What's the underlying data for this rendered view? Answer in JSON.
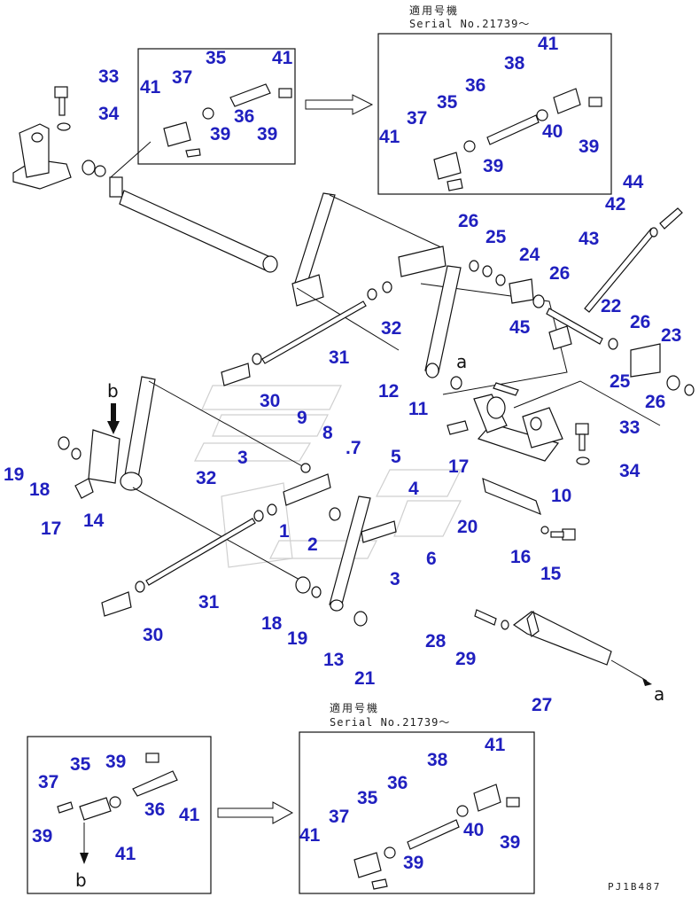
{
  "boxes": {
    "top_right": {
      "title_jp": "適用号機",
      "serial": "Serial No.21739～"
    },
    "bottom_right": {
      "title_jp": "適用号機",
      "serial": "Serial No.21739～"
    }
  },
  "ref_letters": {
    "a1": "a",
    "a2": "a",
    "b1": "b",
    "b2": "b"
  },
  "drawing_code": "PJ1B487",
  "callouts": {
    "tl_33": "33",
    "tl_34": "34",
    "b1_41a": "41",
    "b1_37": "37",
    "b1_35": "35",
    "b1_41b": "41",
    "b1_36": "36",
    "b1_39a": "39",
    "b1_39b": "39",
    "b2_41a": "41",
    "b2_38": "38",
    "b2_36": "36",
    "b2_35": "35",
    "b2_37": "37",
    "b2_41b": "41",
    "b2_40": "40",
    "b2_39a": "39",
    "b2_39b": "39",
    "r_44": "44",
    "r_42": "42",
    "r_43": "43",
    "r_26a": "26",
    "r_25a": "25",
    "r_24": "24",
    "r_26b": "26",
    "r_22": "22",
    "r_26c": "26",
    "r_45": "45",
    "r_23": "23",
    "r_25b": "25",
    "r_26d": "26",
    "r_32a": "32",
    "r_31a": "31",
    "r_30a": "30",
    "r_12": "12",
    "r_11": "11",
    "r_33": "33",
    "r_34": "34",
    "r_17a": "17",
    "r_10": "10",
    "m_9": "9",
    "m_8": "8",
    "m_7": ".7",
    "m_5": "5",
    "m_3a": "3",
    "m_32b": "32",
    "m_4": "4",
    "m_1": "1",
    "m_2": "2",
    "m_20": "20",
    "m_6": "6",
    "m_3b": "3",
    "m_16": "16",
    "m_15": "15",
    "l_19a": "19",
    "l_18a": "18",
    "l_17b": "17",
    "l_14": "14",
    "l_31b": "31",
    "l_30b": "30",
    "l_18b": "18",
    "l_19b": "19",
    "l_13": "13",
    "l_21": "21",
    "p_28": "28",
    "p_29": "29",
    "p_27": "27",
    "b3_39a": "39",
    "b3_35": "35",
    "b3_37": "37",
    "b3_36": "36",
    "b3_41a": "41",
    "b3_39b": "39",
    "b3_41b": "41",
    "b4_41a": "41",
    "b4_38": "38",
    "b4_36": "36",
    "b4_35": "35",
    "b4_37": "37",
    "b4_41b": "41",
    "b4_40": "40",
    "b4_39a": "39",
    "b4_39b": "39"
  }
}
